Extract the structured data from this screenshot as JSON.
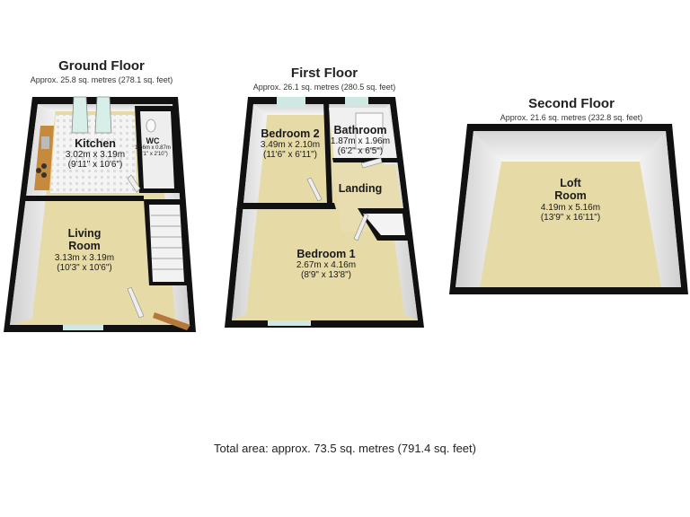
{
  "floors": [
    {
      "name": "Ground Floor",
      "area": "Approx. 25.8 sq. metres (278.1 sq. feet)",
      "rooms": [
        {
          "name": "Kitchen",
          "metric": "3.02m x 3.19m",
          "imperial": "(9'11\" x 10'6\")"
        },
        {
          "name": "WC",
          "metric": "1.56m x 0.87m",
          "imperial": "(5'1\" x 2'10\")"
        },
        {
          "name": "Living Room",
          "metric": "3.13m x 3.19m",
          "imperial": "(10'3\" x 10'6\")"
        }
      ]
    },
    {
      "name": "First Floor",
      "area": "Approx. 26.1 sq. metres (280.5 sq. feet)",
      "rooms": [
        {
          "name": "Bedroom 2",
          "metric": "3.49m x 2.10m",
          "imperial": "(11'6\" x 6'11\")"
        },
        {
          "name": "Bathroom",
          "metric": "1.87m x 1.96m",
          "imperial": "(6'2\" x 6'5\")"
        },
        {
          "name": "Landing",
          "metric": "",
          "imperial": ""
        },
        {
          "name": "Bedroom 1",
          "metric": "2.67m x 4.16m",
          "imperial": "(8'9\" x 13'8\")"
        }
      ]
    },
    {
      "name": "Second Floor",
      "area": "Approx. 21.6 sq. metres (232.8 sq. feet)",
      "rooms": [
        {
          "name": "Loft Room",
          "metric": "4.19m x 5.16m",
          "imperial": "(13'9\" x 16'11\")"
        }
      ]
    }
  ],
  "total_area": "Total area: approx. 73.5 sq. metres (791.4 sq. feet)",
  "colors": {
    "wall": "#111111",
    "floor": "#e6dba6",
    "tile": "#f3f3f3",
    "wall_interior": "#eaeaea",
    "window": "#cfe8e4"
  }
}
